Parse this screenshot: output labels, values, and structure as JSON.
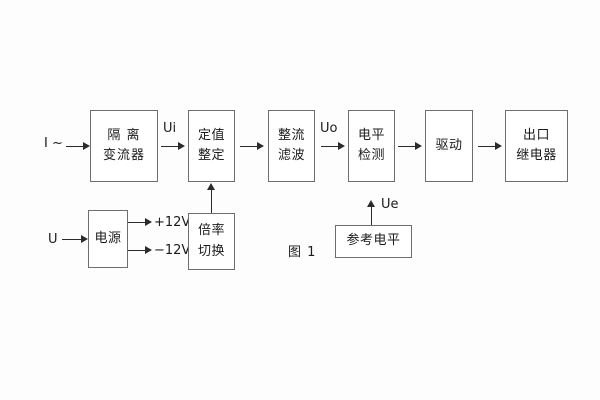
{
  "diagram": {
    "caption": "图 1",
    "blocks": [
      {
        "id": "isolation-ct",
        "line1": "隔 离",
        "line2": "变流器"
      },
      {
        "id": "setting",
        "line1": "定值",
        "line2": "整定"
      },
      {
        "id": "rectifier-filter",
        "line1": "整流",
        "line2": "滤波"
      },
      {
        "id": "level-detect",
        "line1": "电平",
        "line2": "检测"
      },
      {
        "id": "driver",
        "line1": "驱动",
        "line2": ""
      },
      {
        "id": "output-relay",
        "line1": "出口",
        "line2": "继电器"
      },
      {
        "id": "power-supply",
        "line1": "电源",
        "line2": ""
      },
      {
        "id": "ratio-switch",
        "line1": "倍率",
        "line2": "切换"
      },
      {
        "id": "reference-level",
        "line1": "参考电平",
        "line2": ""
      }
    ],
    "signals": {
      "current_input": "I ~",
      "voltage_input": "U",
      "ui": "Ui",
      "uo": "Uo",
      "ue": "Ue",
      "rail_positive": "+12V",
      "rail_negative": "−12V"
    }
  }
}
